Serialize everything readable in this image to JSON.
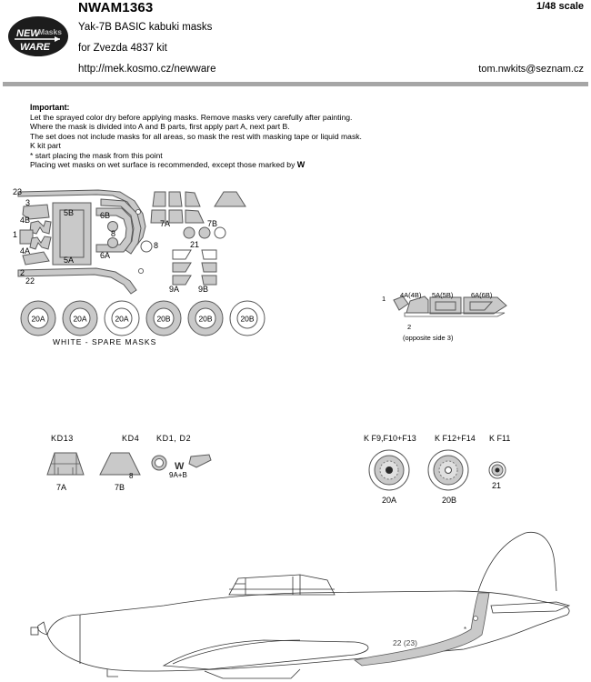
{
  "header": {
    "product_code": "NWAM1363",
    "scale": "1/48 scale",
    "title": "Yak-7B BASIC kabuki masks",
    "subtitle": "for Zvezda 4837 kit",
    "url": "http://mek.kosmo.cz/newware",
    "email": "tom.nwkits@seznam.cz",
    "logo_top": "NEW",
    "logo_masks": "Masks",
    "logo_bottom": "WARE"
  },
  "important": {
    "heading": "Important:",
    "lines": [
      "Let the sprayed color dry before applying masks. Remove masks very carefully after painting.",
      "Where the mask is divided into A and B parts, first apply part A, next part B.",
      "The set does not include masks for all areas, so mask the rest with masking tape or liquid mask.",
      "K kit part",
      "* start placing the mask from this point",
      "Placing wet masks on wet surface is recommended, except those marked by"
    ],
    "wet_symbol": "W"
  },
  "mask_sheet": {
    "labels": {
      "l23": "23",
      "l3": "3",
      "l4b": "4B",
      "l1": "1",
      "l4a": "4A",
      "l2": "2",
      "l22": "22",
      "l5b": "5B",
      "l5a": "5A",
      "l6b": "6B",
      "l6a": "6A",
      "l8a": "8",
      "l8b": "8",
      "l7a": "7A",
      "l7b": "7B",
      "l21": "21",
      "l9a": "9A",
      "l9b": "9B"
    },
    "wheels": [
      {
        "label": "20A",
        "fill": "gray"
      },
      {
        "label": "20A",
        "fill": "gray"
      },
      {
        "label": "20A",
        "fill": "white"
      },
      {
        "label": "20B",
        "fill": "gray"
      },
      {
        "label": "20B",
        "fill": "gray"
      },
      {
        "label": "20B",
        "fill": "white"
      }
    ],
    "spare_note": "WHITE - SPARE MASKS"
  },
  "canopy_diagram": {
    "l1": "1",
    "l4": "4A(4B)",
    "l5": "5A(5B)",
    "l6": "6A(6B)",
    "l2": "2",
    "opposite": "(opposite side 3)"
  },
  "parts_left": {
    "kd13": "KD13",
    "kd4": "KD4",
    "kd1d2": "KD1, D2",
    "p7a": "7A",
    "p7b": "7B",
    "p8": "8",
    "p9ab": "9A+B",
    "wet_symbol": "W"
  },
  "parts_right": {
    "kf9": "K F9,F10+F13",
    "kf12": "K F12+F14",
    "kf11": "K F11",
    "w20a": "20A",
    "w20b": "20B",
    "w21": "21"
  },
  "aircraft": {
    "label_22": "22 (23)",
    "star": "*"
  },
  "colors": {
    "mask_gray": "#c9c9c9",
    "mask_outline": "#595959",
    "rule_gray": "#a6a6a6",
    "text": "#000000"
  }
}
